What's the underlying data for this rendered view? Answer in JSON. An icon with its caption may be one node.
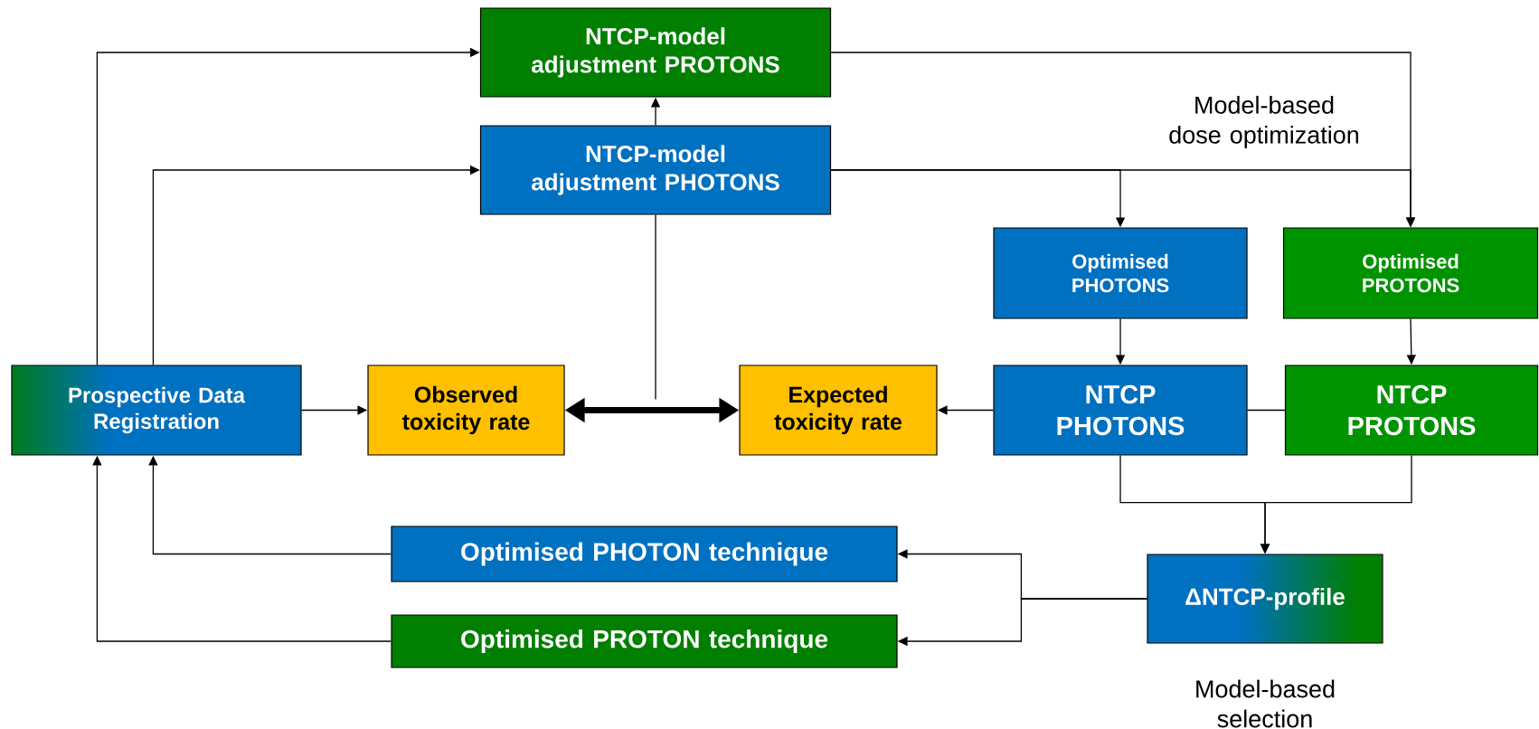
{
  "diagram": {
    "nodes": [
      {
        "text": [
          "NTCP-model adjustment PROTONS"
        ]
      },
      {
        "text": [
          "NTCP-model adjustment PHOTONS"
        ]
      },
      {
        "text": [
          "Optimised PHOTONS"
        ]
      },
      {
        "text": [
          "Optimised PROTONS"
        ]
      },
      {
        "text": [
          "Prospective Data Registration"
        ]
      },
      {
        "text": [
          "Observed toxicity rate"
        ]
      },
      {
        "text": [
          "Expected toxicity rate"
        ]
      },
      {
        "text": [
          "NTCP PHOTONS"
        ]
      },
      {
        "text": [
          "NTCP PROTONS"
        ]
      },
      {
        "text": [
          "ΔNTCP-profile"
        ]
      },
      {
        "text": [
          "Optimised PHOTON technique"
        ]
      },
      {
        "text": [
          "Optimised PROTON technique"
        ]
      }
    ],
    "edges": [
      {
        "from": 4,
        "to": 0,
        "arrow": "to"
      },
      {
        "from": 4,
        "to": 1,
        "arrow": "to"
      },
      {
        "from": 1,
        "to": 0,
        "arrow": "to"
      },
      {
        "from": 4,
        "to": 5,
        "arrow": "to"
      },
      {
        "from": 5,
        "to": 6,
        "arrow": "both",
        "style": "thick"
      },
      {
        "from": 1,
        "to": null,
        "arrow": "none"
      },
      {
        "from": 1,
        "to": 2,
        "arrow": "to"
      },
      {
        "from": 1,
        "to": 3,
        "arrow": "to"
      },
      {
        "from": 0,
        "to": 3,
        "arrow": "to"
      },
      {
        "from": 2,
        "to": 7,
        "arrow": "to"
      },
      {
        "from": 3,
        "to": 8,
        "arrow": "to"
      },
      {
        "from": 7,
        "to": 6,
        "arrow": "to"
      },
      {
        "from": 8,
        "to": 7,
        "arrow": "none"
      },
      {
        "from": 7,
        "to": 9,
        "arrow": "to"
      },
      {
        "from": 8,
        "to": 9,
        "arrow": "to"
      },
      {
        "from": 9,
        "to": 10,
        "arrow": "to"
      },
      {
        "from": 9,
        "to": 11,
        "arrow": "to"
      },
      {
        "from": 10,
        "to": 4,
        "arrow": "to"
      },
      {
        "from": 11,
        "to": 4,
        "arrow": "to"
      }
    ],
    "labels": [
      "Model-based dose optimization",
      "Model-based selection"
    ]
  }
}
